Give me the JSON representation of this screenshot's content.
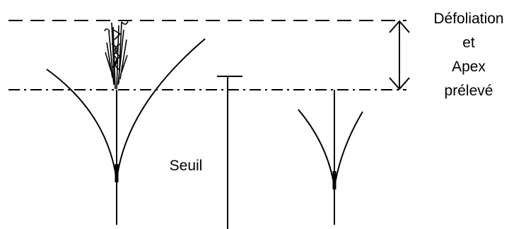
{
  "labels": {
    "right_line1": "Défoliation",
    "right_line2": "et",
    "right_line3": "Apex",
    "right_line4": "prélevé",
    "seuil": "Seuil"
  },
  "colors": {
    "ink": "#000000",
    "background": "#ffffff"
  },
  "line_styles": {
    "top_reference_line": "dashed",
    "lower_reference_line": "dash-dot"
  }
}
